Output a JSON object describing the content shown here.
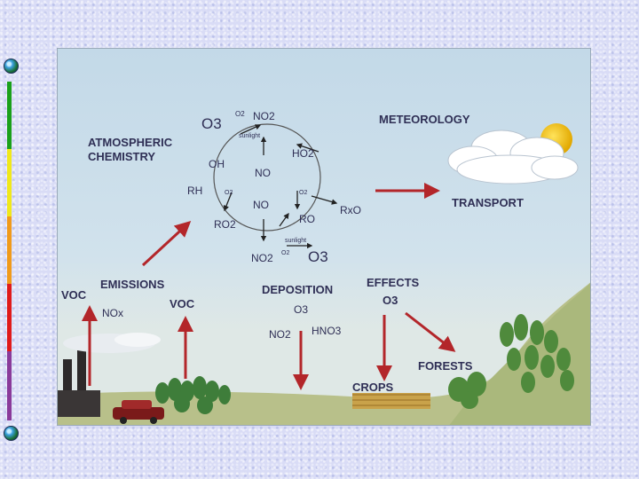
{
  "labels": {
    "atmospheric": "ATMOSPHERIC",
    "chemistry": "CHEMISTRY",
    "meteorology": "METEOROLOGY",
    "transport": "TRANSPORT",
    "emissions": "EMISSIONS",
    "voc_left": "VOC",
    "voc_right": "VOC",
    "nox": "NOx",
    "deposition": "DEPOSITION",
    "dep_o3": "O3",
    "dep_no2": "NO2",
    "dep_hno3": "HNO3",
    "effects": "EFFECTS",
    "effects_o3": "O3",
    "forests": "FORESTS",
    "crops": "CROPS"
  },
  "cycle": {
    "o3": "O3",
    "o2_top": "O2",
    "no2_top": "NO2",
    "sunlight_top": "sunlight",
    "ho2": "HO2",
    "oh": "OH",
    "no_top": "NO",
    "rh": "RH",
    "o2_left": "O2",
    "o2_right": "O2",
    "rnro": "RxO",
    "ro2": "RO2",
    "no_mid": "NO",
    "ro": "RO",
    "sunlight_bottom": "sunlight",
    "no2_bottom": "NO2",
    "o2_bottom": "O2",
    "o3_bottom": "O3"
  },
  "colors": {
    "arrow": "#b3262a",
    "text": "#2f2f55",
    "bar_green": "#1aa01a",
    "bar_yellow": "#f0e81a",
    "bar_orange": "#f09a1a",
    "bar_red": "#e01a1a",
    "bar_purple": "#8a3a9a"
  }
}
